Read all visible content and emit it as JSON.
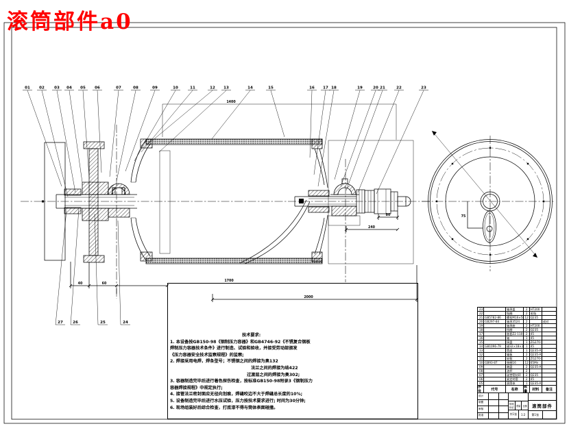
{
  "page": {
    "title": "滚筒部件a0",
    "accent_color": "#ff0000",
    "line_color": "#000000"
  },
  "callouts": {
    "top": [
      "01",
      "02",
      "03",
      "04",
      "05",
      "06",
      "07",
      "08",
      "09",
      "10",
      "11",
      "12",
      "13",
      "14",
      "15",
      "16",
      "17",
      "18",
      "19",
      "20",
      "21",
      "22",
      "23"
    ],
    "bottom": [
      "27",
      "26",
      "25",
      "24"
    ]
  },
  "dims": {
    "left_a": "40",
    "left_b": "60",
    "top_len": "1400",
    "mid_len": "1700",
    "overall": "2000",
    "shaft_a": "80",
    "shaft_b": "240",
    "radius": "75"
  },
  "tech": {
    "lines": [
      "技术要求:",
      "1. 本设备按GB150-98《钢制压力容器》和GB4746-92《不锈复合钢板",
      "焊制压力容器技术条件》进行制造、试验和验收，并接受劳动部颁发",
      "《压力容器安全技术监察规程》的监察;",
      "2. 焊接采用电焊，焊条型号；不锈钢之间的焊接为奥132",
      "法兰之间的焊接为结422",
      "过渡层之间的焊接为奥302;",
      "3. 容器制造完毕后进行着色探伤检查，按标准GB150-98附录3《钢制压力",
      "容器焊接规程》中规定执行;",
      "4. 接管法兰密封面应无径向划痕，焊缝咬边不大于焊缝总长度的10%;",
      "5. 设备制造完毕后进行水压试验，压力按技术要求进行; 时间为30分钟;",
      "6. 现场组装好后综合检查，打底漆不得与筒体表面碰撞。"
    ]
  },
  "bom": {
    "rows": [
      {
        "no": "23",
        "code": "",
        "name": "轴承盖",
        "qty": "2",
        "mat": "HT200",
        "rem": ""
      },
      {
        "no": "22",
        "code": "",
        "name": "毡圈",
        "qty": "2",
        "mat": "毛毡",
        "rem": ""
      },
      {
        "no": "21",
        "code": "GB5782-86",
        "name": "螺栓M16×50",
        "qty": "12",
        "mat": "Q235",
        "rem": ""
      },
      {
        "no": "20",
        "code": "GB297-84",
        "name": "轴承3524",
        "qty": "2",
        "mat": "",
        "rem": "成对"
      },
      {
        "no": "19",
        "code": "",
        "name": "轴承座",
        "qty": "2",
        "mat": "HT200",
        "rem": ""
      },
      {
        "no": "18",
        "code": "",
        "name": "挡圈",
        "qty": "2",
        "mat": "Q235",
        "rem": ""
      },
      {
        "no": "17",
        "code": "",
        "name": "胀套Z2 110×185",
        "qty": "2",
        "mat": "45",
        "rem": ""
      },
      {
        "no": "16",
        "code": "",
        "name": "轴",
        "qty": "1",
        "mat": "45",
        "rem": ""
      },
      {
        "no": "15",
        "code": "",
        "name": "接盘",
        "qty": "1",
        "mat": "ZG270-500",
        "rem": ""
      },
      {
        "no": "14",
        "code": "GB1096-79",
        "name": "键32×18×160",
        "qty": "1",
        "mat": "45",
        "rem": ""
      },
      {
        "no": "13",
        "code": "",
        "name": "筒皮",
        "qty": "1",
        "mat": "Q235-A",
        "rem": ""
      },
      {
        "no": "12",
        "code": "",
        "name": "辐板",
        "qty": "2",
        "mat": "Q235-A",
        "rem": ""
      },
      {
        "no": "11",
        "code": "",
        "name": "轮毂",
        "qty": "2",
        "mat": "ZG270-500",
        "rem": ""
      },
      {
        "no": "10",
        "code": "GB93-87",
        "name": "垫圈16",
        "qty": "12",
        "mat": "65Mn",
        "rem": ""
      },
      {
        "no": "09",
        "code": "",
        "name": "端盘",
        "qty": "2",
        "mat": "Q235-A",
        "rem": ""
      },
      {
        "no": "08",
        "code": "",
        "name": "油杯",
        "qty": "2",
        "mat": "",
        "rem": ""
      },
      {
        "no": "07",
        "code": "",
        "name": "迷宫密封环",
        "qty": "2",
        "mat": "Q235",
        "rem": ""
      },
      {
        "no": "06",
        "code": "",
        "name": "紧定衬套",
        "qty": "2",
        "mat": "45",
        "rem": ""
      },
      {
        "no": "05",
        "code": "",
        "name": "滚筒体",
        "qty": "1",
        "mat": "Q235-A",
        "rem": ""
      }
    ]
  },
  "titleblock": {
    "headers": [
      "序号",
      "代号",
      "名称",
      "数量",
      "材料",
      "备注"
    ],
    "sign_labels": [
      "设计",
      "制图",
      "审核",
      "批准"
    ],
    "stage_label": "阶段标记",
    "weight_label": "重量",
    "scale_label": "比例",
    "scale_value": "1:2",
    "sheets_total": "共1张",
    "sheet_no": "第1张",
    "title": "滚筒部件"
  }
}
